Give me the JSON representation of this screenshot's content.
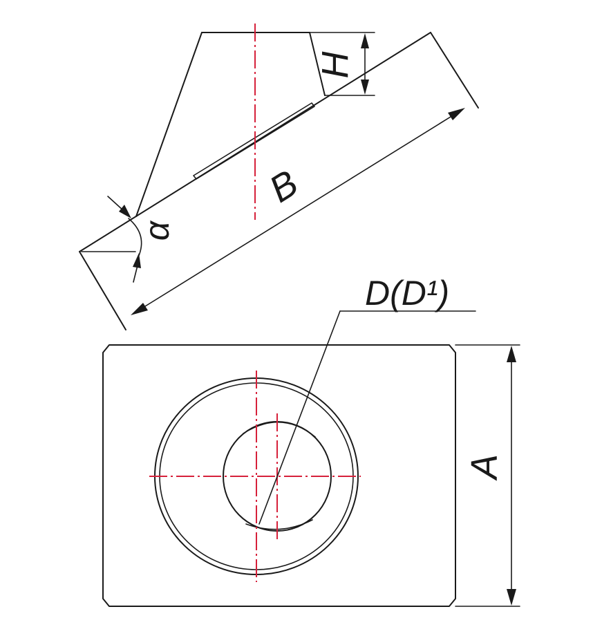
{
  "labels": {
    "H": "H",
    "B": "B",
    "alpha": "α",
    "D": "D(D¹)",
    "A": "A"
  },
  "colors": {
    "line": "#1a1a1a",
    "centerline": "#d6203a"
  }
}
